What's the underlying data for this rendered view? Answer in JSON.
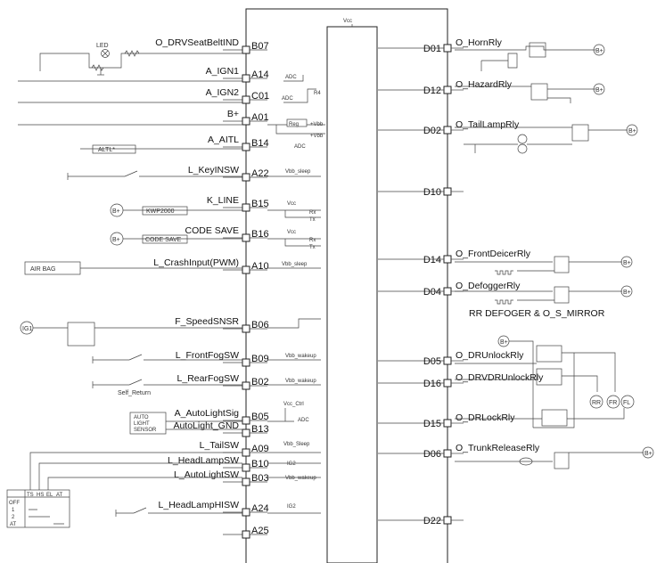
{
  "center": {
    "vcc_label": "Vcc"
  },
  "left_pins": [
    {
      "id": "B07",
      "label": "O_DRVSeatBeltIND"
    },
    {
      "id": "A14",
      "label": "A_IGN1"
    },
    {
      "id": "C01",
      "label": "A_IGN2"
    },
    {
      "id": "A01",
      "label": "B+"
    },
    {
      "id": "B14",
      "label": "A_AITL"
    },
    {
      "id": "A22",
      "label": "L_KeyINSW"
    },
    {
      "id": "B15",
      "label": "K_LINE"
    },
    {
      "id": "B16",
      "label": "CODE SAVE"
    },
    {
      "id": "A10",
      "label": "L_CrashInput(PWM)"
    },
    {
      "id": "B06",
      "label": "F_SpeedSNSR"
    },
    {
      "id": "B09",
      "label": "L_FrontFogSW"
    },
    {
      "id": "B02",
      "label": "L_RearFogSW"
    },
    {
      "id": "B05",
      "label": "A_AutoLightSig"
    },
    {
      "id": "B13",
      "label": "AutoLight_GND"
    },
    {
      "id": "A09",
      "label": "L_TailSW"
    },
    {
      "id": "B10",
      "label": "L_HeadLampSW"
    },
    {
      "id": "B03",
      "label": "L_AutoLightSW"
    },
    {
      "id": "A24",
      "label": "L_HeadLampHISW"
    },
    {
      "id": "A25",
      "label": ""
    }
  ],
  "right_pins": [
    {
      "id": "D01",
      "label": "O_HornRly"
    },
    {
      "id": "D12",
      "label": "O_HazardRly"
    },
    {
      "id": "D02",
      "label": "O_TailLampRly"
    },
    {
      "id": "D10",
      "label": ""
    },
    {
      "id": "D14",
      "label": "O_FrontDeicerRly"
    },
    {
      "id": "D04",
      "label": "O_DefoggerRly"
    },
    {
      "id": "D05",
      "label": "O_DRUnlockRly"
    },
    {
      "id": "D16",
      "label": "O_DRVDRUnlockRly"
    },
    {
      "id": "D15",
      "label": "O_DRLockRly"
    },
    {
      "id": "D06",
      "label": "O_TrunkReleaseRly"
    },
    {
      "id": "D22",
      "label": ""
    }
  ],
  "internal": {
    "adc1": "ADC",
    "adc2": "ADC",
    "adc3": "ADC",
    "adc4": "ADC",
    "r4": "R4",
    "vbb_sleep1": "Vbb_sleep",
    "vbb_sleep2": "Vbb_sleep",
    "vbb_sleep3": "Vbb_Sleep",
    "vcc": "Vcc",
    "rx": "Rx",
    "tx": "Tx",
    "vbb_wakeup1": "Vbb_wakeup",
    "vbb_wakeup2": "Vbb_wakeup",
    "vbb_wakeup3": "Vbb_wakeup",
    "vcc_ctrl": "Vcc_Ctrl",
    "ig2a": "IG2",
    "ig2b": "IG2",
    "reg": "Reg",
    "vbb": "+Vbb"
  },
  "external": {
    "led": "LED",
    "altl": "ALTL*",
    "kwp2000": "KWP2000",
    "code_save": "CODE SAVE",
    "air_bag": "AIR BAG",
    "ig1": "IG1",
    "self_return": "Self_Return",
    "auto_light_sensor": [
      "AUTO",
      "LIGHT",
      "SENSOR"
    ],
    "battery": "B+",
    "rr_defoger": "RR DEFOGER & O_S_MIRROR",
    "motors": [
      "RR",
      "FR",
      "FL"
    ]
  },
  "switch_table": {
    "headers": [
      "",
      "TS",
      "HS",
      "EL",
      "AT"
    ],
    "rows": [
      "OFF",
      "1",
      "2",
      "AT"
    ]
  }
}
